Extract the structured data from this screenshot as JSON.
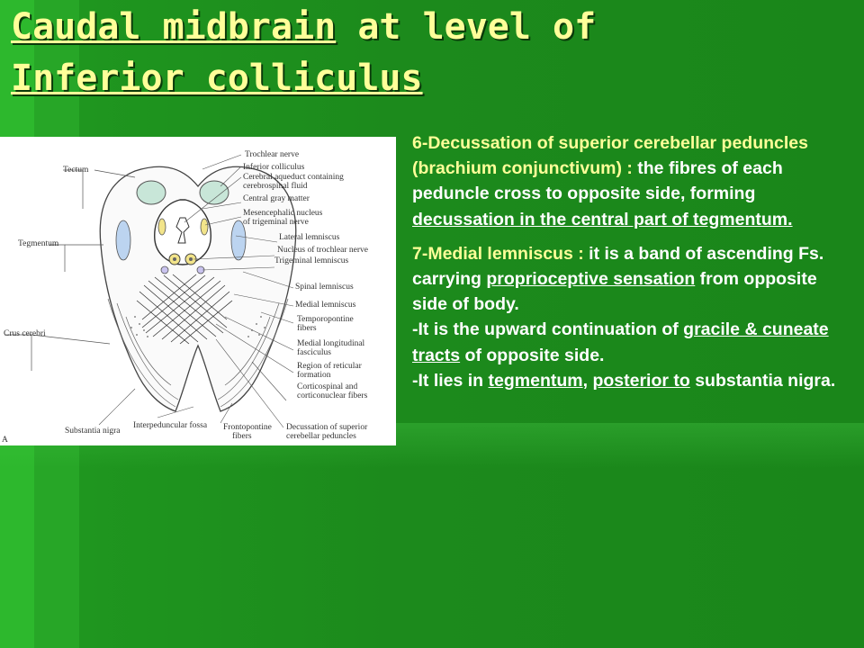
{
  "title": {
    "part1": "Caudal midbrain",
    "part2": " at level of",
    "part3": "Inferior colliculus"
  },
  "figure": {
    "corner_label": "A",
    "labels_right": [
      "Trochlear nerve",
      "Inferior colliculus",
      "Cerebral aqueduct containing",
      "cerebrospinal fluid",
      "Central gray matter",
      "Mesencephalic nucleus",
      "of trigeminal nerve",
      "Lateral lemniscus",
      "Nucleus of trochlear nerve",
      "Trigeminal lemniscus",
      "Spinal lemniscus",
      "Medial lemniscus",
      "Temporopontine",
      "fibers",
      "Medial longitudinal",
      "fasciculus",
      "Region of reticular",
      "formation",
      "Corticospinal and",
      "corticonuclear fibers",
      "Decussation of superior",
      "cerebellar peduncles"
    ],
    "labels_left": [
      "Tectum",
      "Tegmentum",
      "Crus cerebri"
    ],
    "labels_bottom": [
      "Substantia nigra",
      "Interpeduncular fossa",
      "Frontopontine",
      "fibers"
    ]
  },
  "para6": {
    "a": "6-Decussation of superior cerebellar peduncles (brachium conjunctivum) :",
    "b": " the fibres of each peduncle cross to opposite side, forming ",
    "c": "decussation in the central part of  tegmentum."
  },
  "para7": {
    "a": "7-Medial lemniscus :",
    "b": " it is a band of ascending Fs. carrying ",
    "c": "proprioceptive sensation",
    "d": " from opposite side of body.",
    "e": "-It is the upward continuation of ",
    "f": "gracile & cuneate tracts",
    "g": " of opposite side.",
    "h": "-It lies in ",
    "i": "tegmentum",
    "j": ", ",
    "k": "posterior to",
    "l": " substantia nigra."
  },
  "colors": {
    "title": "#ffff99",
    "background": "#1e8a1e",
    "text": "#ffffff"
  }
}
